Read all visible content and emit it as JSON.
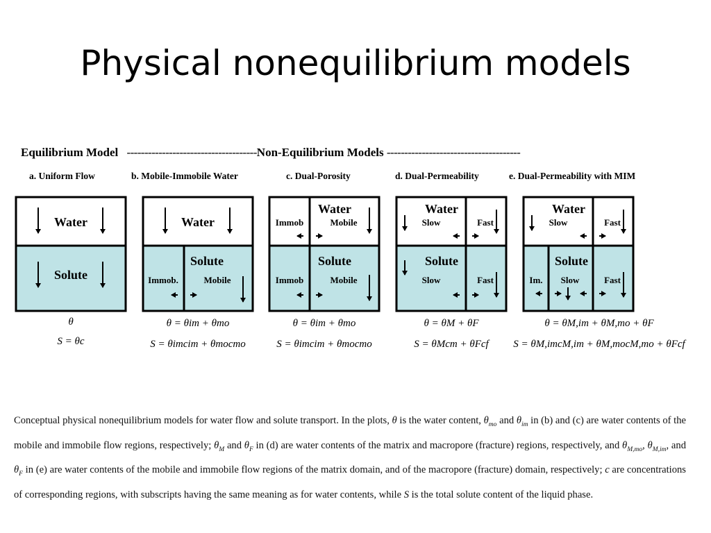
{
  "slide": {
    "title": "Physical nonequilibrium models"
  },
  "header": {
    "equilibrium": "Equilibrium Model",
    "dashes_left": "-------------------------------------",
    "nonequilibrium": "Non-Equilibrium Models",
    "dashes_right": "--------------------------------------"
  },
  "panels": [
    {
      "subtitle": "a. Uniform Flow",
      "labels": {
        "water": "Water",
        "solute": "Solute"
      },
      "eq_theta": "θ",
      "eq_s": "S = θc"
    },
    {
      "subtitle": "b. Mobile-Immobile Water",
      "labels": {
        "water": "Water",
        "solute": "Solute",
        "immob": "Immob.",
        "mobile": "Mobile"
      },
      "eq_theta": "θ = θim + θmo",
      "eq_s": "S = θimcim + θmocmo"
    },
    {
      "subtitle": "c. Dual-Porosity",
      "labels": {
        "water": "Water",
        "solute": "Solute",
        "immob_top": "Immob",
        "mobile_top": "Mobile",
        "immob_bot": "Immob",
        "mobile_bot": "Mobile"
      },
      "eq_theta": "θ = θim + θmo",
      "eq_s": "S = θimcim + θmocmo"
    },
    {
      "subtitle": "d. Dual-Permeability",
      "labels": {
        "water": "Water",
        "solute": "Solute",
        "slow_top": "Slow",
        "fast_top": "Fast",
        "slow_bot": "Slow",
        "fast_bot": "Fast"
      },
      "eq_theta": "θ = θM + θF",
      "eq_s": "S = θMcm + θFcf"
    },
    {
      "subtitle": "e. Dual-Permeability with MIM",
      "labels": {
        "water": "Water",
        "solute": "Solute",
        "slow_top": "Slow",
        "fast_top": "Fast",
        "im": "Im.",
        "slow_bot": "Slow",
        "fast_bot": "Fast"
      },
      "eq_theta": "θ = θM,im + θM,mo + θF",
      "eq_s": "S = θM,imcM,im + θM,mocM,mo + θFcf"
    }
  ],
  "caption": {
    "p1": "Conceptual physical nonequilibrium models for water flow and solute transport. In the plots, ",
    "p2": " is the water content, ",
    "p3": " and ",
    "p4": " in (b) and (c) are water contents of the mobile and immobile flow regions, respectively; ",
    "p5": " and ",
    "p6": " in (d) are water contents of the matrix and macropore (fracture) regions, respectively, and ",
    "p7": ", ",
    "p8": ", and ",
    "p9": " in (e) are water contents of the mobile and immobile flow regions of the matrix domain, and of the macropore (fracture) domain, respectively; ",
    "p10": " are concentrations of corresponding regions, with subscripts having the same meaning as for water contents, while ",
    "p11": " is the total solute content of the liquid phase.",
    "theta": "θ",
    "sub_mo": "mo",
    "sub_im": "im",
    "sub_M": "M",
    "sub_F": "F",
    "sub_Mmo": "M,mo",
    "sub_Mim": "M,im",
    "c": "c",
    "S": "S"
  },
  "colors": {
    "fill": "#bfe3e6",
    "stroke": "#000000"
  }
}
